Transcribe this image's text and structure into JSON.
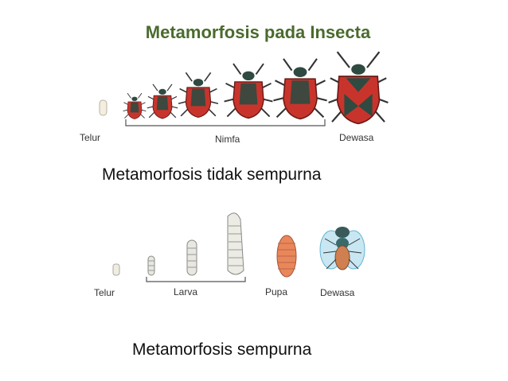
{
  "title": "Metamorfosis pada Insecta",
  "incomplete": {
    "labels": {
      "egg": "Telur",
      "nymph": "Nimfa",
      "adult": "Dewasa"
    },
    "caption": "Metamorfosis tidak sempurna"
  },
  "complete": {
    "labels": {
      "egg": "Telur",
      "larva": "Larva",
      "pupa": "Pupa",
      "adult": "Dewasa"
    },
    "caption": "Metamorfosis sempurna"
  },
  "colors": {
    "title": "#4a6b2e",
    "bug_red": "#c8342c",
    "bug_dark": "#2f4a40",
    "larva": "#e8e8e0",
    "pupa": "#e9875a",
    "fly": "#4aa8c8"
  }
}
